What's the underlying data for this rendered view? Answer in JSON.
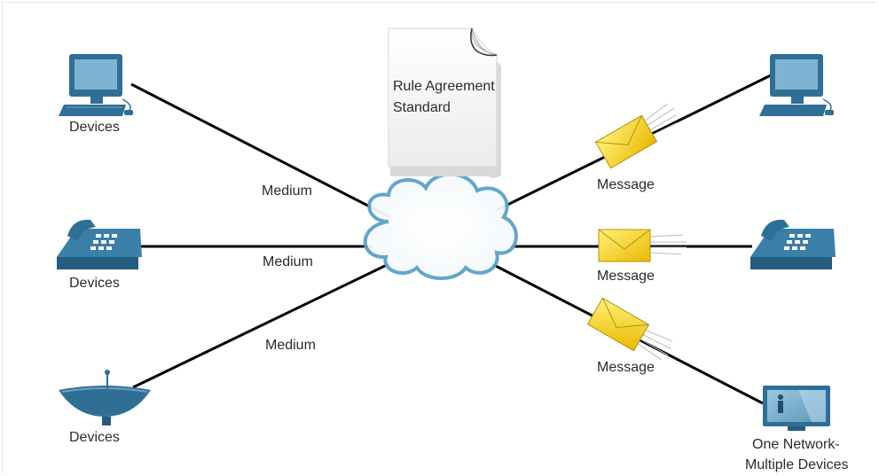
{
  "document": {
    "text": "Rule Agreement Standard"
  },
  "labels": {
    "devices_1": "Devices",
    "devices_2": "Devices",
    "devices_3": "Devices",
    "medium_1": "Medium",
    "medium_2": "Medium",
    "medium_3": "Medium",
    "message_1": "Message",
    "message_2": "Message",
    "message_3": "Message",
    "network_line1": "One Network-",
    "network_line2": "Multiple Devices"
  },
  "icons": {
    "left": [
      "desktop-computer-icon",
      "telephone-icon",
      "satellite-dish-icon"
    ],
    "right": [
      "desktop-computer-icon",
      "telephone-icon",
      "television-icon"
    ],
    "center": [
      "cloud-icon",
      "document-icon"
    ],
    "messages": [
      "envelope-icon",
      "envelope-icon",
      "envelope-icon"
    ]
  },
  "colors": {
    "device_blue": "#2f6f96",
    "device_light": "#7fb3d3",
    "cloud_outline": "#5aa3c8",
    "envelope": "#f2c600",
    "line": "#000000"
  }
}
